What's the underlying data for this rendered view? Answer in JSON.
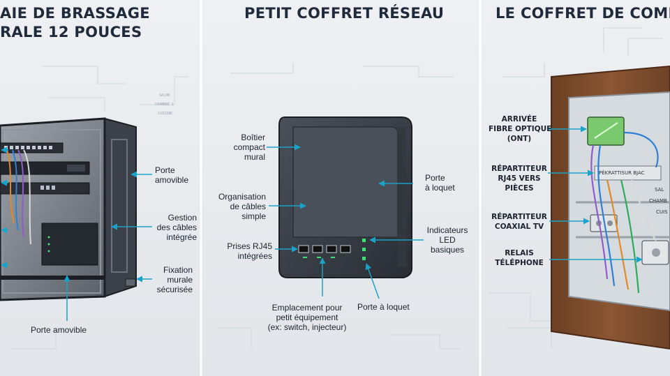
{
  "panels": {
    "left": {
      "title_line1": "AIE DE BRASSAGE",
      "title_line2": "RALE 12 POUCES",
      "labels": {
        "porte_right": [
          "Porte",
          "amovible"
        ],
        "gestion": [
          "Gestion",
          "des câbles",
          "intégrée"
        ],
        "fixation": [
          "Fixation",
          "murale",
          "sécurisée"
        ],
        "porte_bottom": "Porte amovible"
      },
      "bg_rooms": [
        "SALON",
        "CHAMBRE 1",
        "CUISINE"
      ]
    },
    "middle": {
      "title": "PETIT COFFRET RÉSEAU",
      "labels": {
        "boitier": [
          "Boîtier",
          "compact",
          "mural"
        ],
        "organisation": [
          "Organisation",
          "de câbles",
          "simple"
        ],
        "prises": [
          "Prises RJ45",
          "intégrées"
        ],
        "emplacement": [
          "Emplacement pour",
          "petit équipement",
          "(ex: switch, injecteur)"
        ],
        "porte_right": [
          "Porte",
          "à loquet"
        ],
        "indicateurs": [
          "Indicateurs",
          "LED",
          "basiques"
        ],
        "porte_bottom": "Porte à loquet"
      }
    },
    "right": {
      "title": "LE COFFRET DE COMM",
      "labels": {
        "arrivee": [
          "ARRIVÉE",
          "FIBRE OPTIQUE",
          "(ONT)"
        ],
        "repartiteur_rj45": [
          "RÉPARTITEUR",
          "RJ45 VERS",
          "PIÈCES"
        ],
        "repartiteur_coax": [
          "RÉPARTITEUR",
          "COAXIAL TV"
        ],
        "relais": [
          "RELAIS",
          "TÉLÉPHONE"
        ]
      },
      "inner": {
        "panel_label": "PÉKRATTISUR BJAC",
        "rooms": [
          "SAL",
          "CHAMB",
          "CUIS"
        ]
      }
    }
  },
  "colors": {
    "background": "#e9ecef",
    "arrow": "#1aa3c8",
    "cabinet_dark": "#3a3f47",
    "wood": "#7a4a2a",
    "led_green": "#3fe07a",
    "divider": "#ffffff"
  }
}
